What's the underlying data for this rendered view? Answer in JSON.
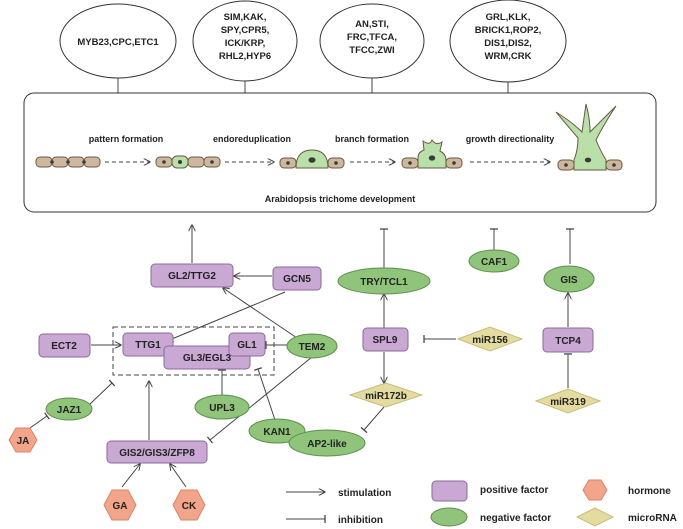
{
  "gene_groups": [
    {
      "id": "pattern",
      "genes": [
        "MYB23,CPC,ETC1"
      ]
    },
    {
      "id": "endo",
      "genes": [
        "SIM,KAK,",
        "SPY,CPR5,",
        "ICK/KRP,",
        "RHL2,HYP6"
      ]
    },
    {
      "id": "branch",
      "genes": [
        "AN,STI,",
        "FRC,TFCA,",
        "TFCC,ZWI"
      ]
    },
    {
      "id": "growth",
      "genes": [
        "GRL,KLK,",
        "BRICK1,ROP2,",
        "DIS1,DIS2,",
        "WRM,CRK"
      ]
    }
  ],
  "stages": {
    "pattern": "pattern formation",
    "endo": "endoreduplication",
    "branch": "branch formation",
    "growth": "growth directionality"
  },
  "panel_title": "Arabidopsis trichome development",
  "nodes": {
    "gl2": "GL2/TTG2",
    "gcn5": "GCN5",
    "ect2": "ECT2",
    "ttg1": "TTG1",
    "gl3": "GL3/EGL3",
    "gl1": "GL1",
    "tem2": "TEM2",
    "jaz1": "JAZ1",
    "upl3": "UPL3",
    "ja": "JA",
    "kan1": "KAN1",
    "ap2": "AP2-like",
    "gis2": "GIS2/GIS3/ZFP8",
    "ga": "GA",
    "ck": "CK",
    "try": "TRY/TCL1",
    "spl9": "SPL9",
    "mir156": "miR156",
    "mir172b": "miR172b",
    "caf1": "CAF1",
    "gis": "GIS",
    "tcp4": "TCP4",
    "mir319": "miR319"
  },
  "legend": {
    "stimulation": "stimulation",
    "inhibition": "inhibition",
    "positive": "positive factor",
    "negative": "negative factor",
    "hormone": "hormone",
    "microrna": "microRNA"
  },
  "colors": {
    "positive_factor": "#c9a8d4",
    "negative_factor": "#8fc47a",
    "hormone": "#f2a58a",
    "microrna": "#e4dba0"
  }
}
